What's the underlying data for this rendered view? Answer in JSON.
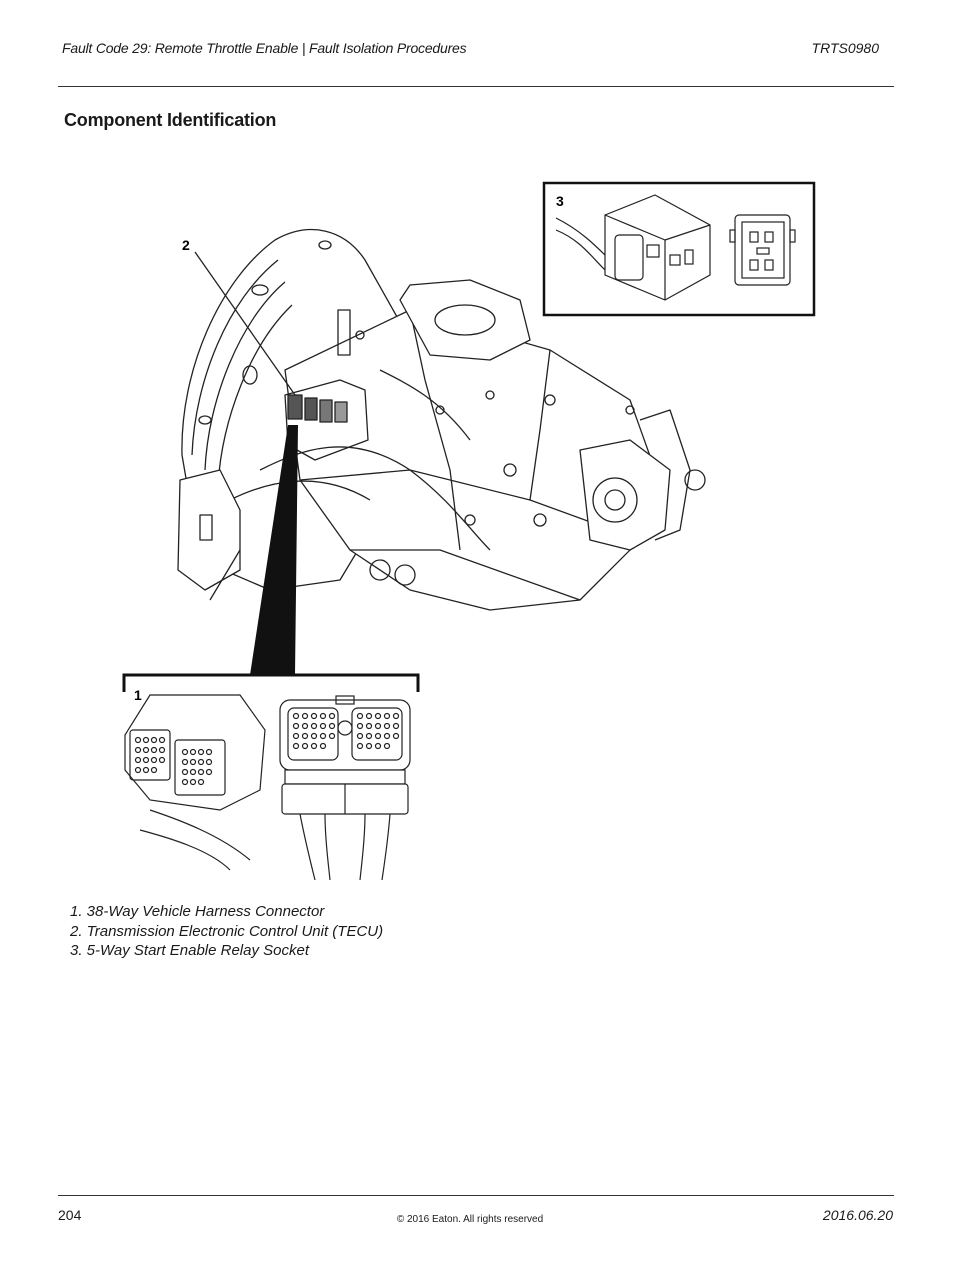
{
  "header": {
    "title": "Fault Code 29: Remote Throttle Enable | Fault Isolation Procedures",
    "doc_code": "TRTS0980"
  },
  "section": {
    "title": "Component Identification"
  },
  "figure": {
    "callouts": [
      "1",
      "2",
      "3"
    ]
  },
  "captions": [
    "1. 38-Way Vehicle Harness Connector",
    "2. Transmission Electronic Control Unit (TECU)",
    "3. 5-Way Start Enable Relay Socket"
  ],
  "footer": {
    "page_number": "204",
    "copyright": "© 2016 Eaton. All rights reserved",
    "date": "2016.06.20"
  }
}
